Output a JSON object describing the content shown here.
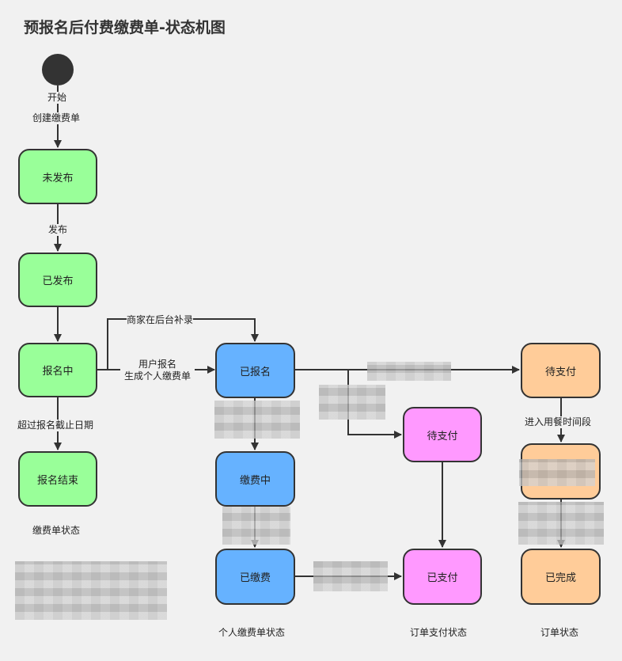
{
  "title": "预报名后付费缴费单-状态机图",
  "start": {
    "label": "开始"
  },
  "nodes": {
    "unpublished": "未发布",
    "published": "已发布",
    "enrolling": "报名中",
    "enroll_ended": "报名结束",
    "registered": "已报名",
    "paying": "缴费中",
    "paid_fee": "已缴费",
    "order_pending_pay": "待支付",
    "order_paid": "已支付",
    "order_status_pending": "待支付",
    "order_status_complete": "已完成"
  },
  "edges": {
    "create": "创建缴费单",
    "publish": "发布",
    "backend_add": "商家在后台补录",
    "user_enroll_line1": "用户报名",
    "user_enroll_line2": "生成个人缴费单",
    "deadline": "超过报名截止日期",
    "enter_meal": "进入用餐时间段"
  },
  "captions": {
    "fee_status": "缴费单状态",
    "personal_fee_status": "个人缴费单状态",
    "order_pay_status": "订单支付状态",
    "order_status": "订单状态"
  },
  "colors": {
    "green": "#99ff99",
    "blue": "#66b2ff",
    "pink": "#ff99ff",
    "orange": "#ffcc99",
    "stroke": "#333333"
  }
}
